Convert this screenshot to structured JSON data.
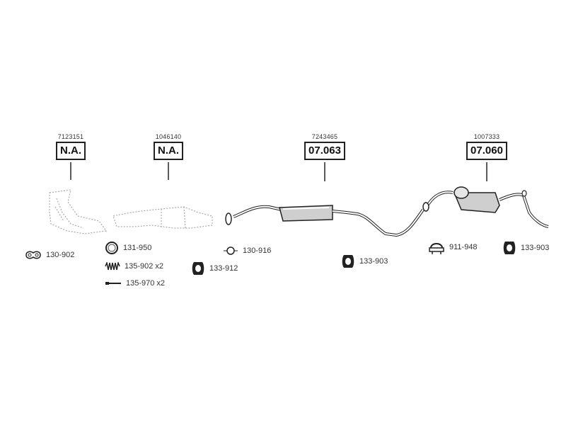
{
  "references": [
    {
      "code": "7123151",
      "label": "N.A."
    },
    {
      "code": "1046140",
      "label": "N.A."
    },
    {
      "code": "7243465",
      "label": "07.063"
    },
    {
      "code": "1007333",
      "label": "07.060"
    }
  ],
  "accessories": [
    {
      "icon": "gasket-icon",
      "part": "130-902"
    },
    {
      "icon": "ring-icon",
      "part": "131-950"
    },
    {
      "icon": "spring-icon",
      "part": "135-902 x2"
    },
    {
      "icon": "bolt-icon",
      "part": "135-970 x2"
    },
    {
      "icon": "small-gasket-icon",
      "part": "130-916"
    },
    {
      "icon": "rubber-mount-icon",
      "part": "133-912"
    },
    {
      "icon": "rubber-mount-icon",
      "part": "133-903"
    },
    {
      "icon": "clamp-icon",
      "part": "911-948"
    },
    {
      "icon": "rubber-mount-icon",
      "part": "133-903"
    }
  ],
  "colors": {
    "line": "#222222",
    "placeholder": "#aaaaaa",
    "fill": "#cfcfcf"
  }
}
